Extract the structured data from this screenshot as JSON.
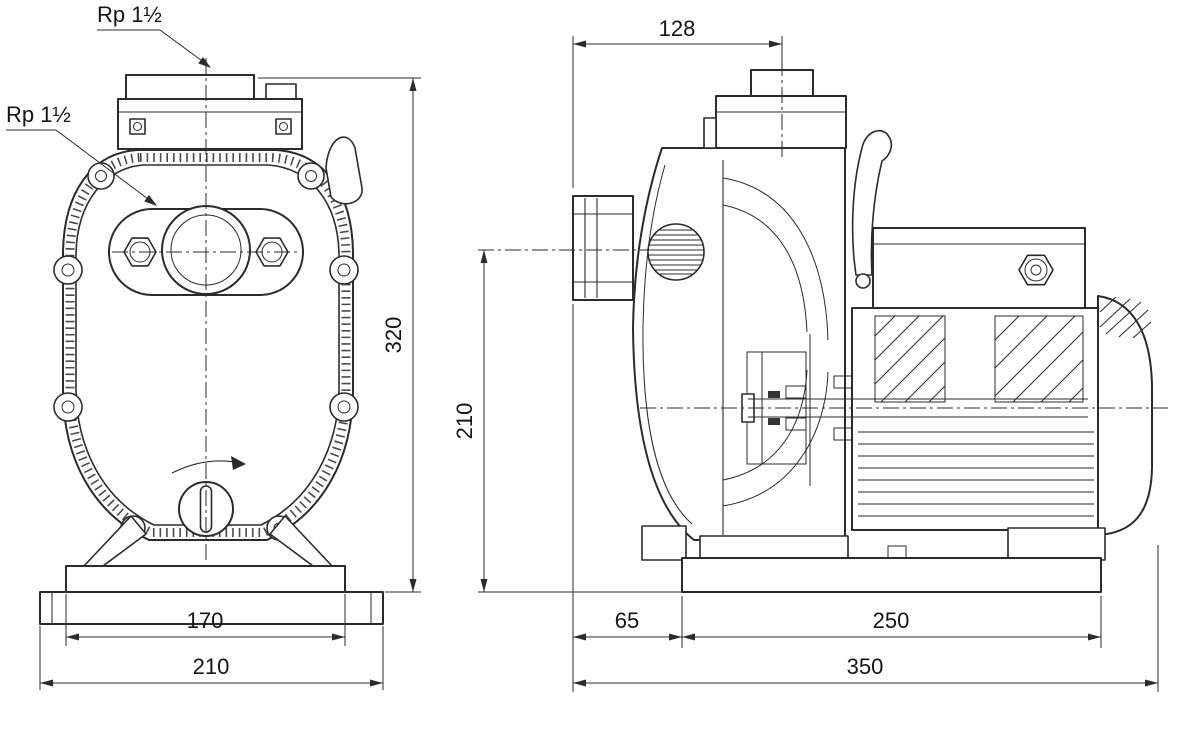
{
  "drawing": {
    "connection_labels": {
      "top": "Rp 1½",
      "front": "Rp 1½"
    },
    "front_view": {
      "height": "320",
      "foot_width": "170",
      "base_width": "210"
    },
    "side_view": {
      "top_offset": "128",
      "port_height": "210",
      "overhang": "65",
      "base_length": "250",
      "overall_length": "350"
    }
  }
}
